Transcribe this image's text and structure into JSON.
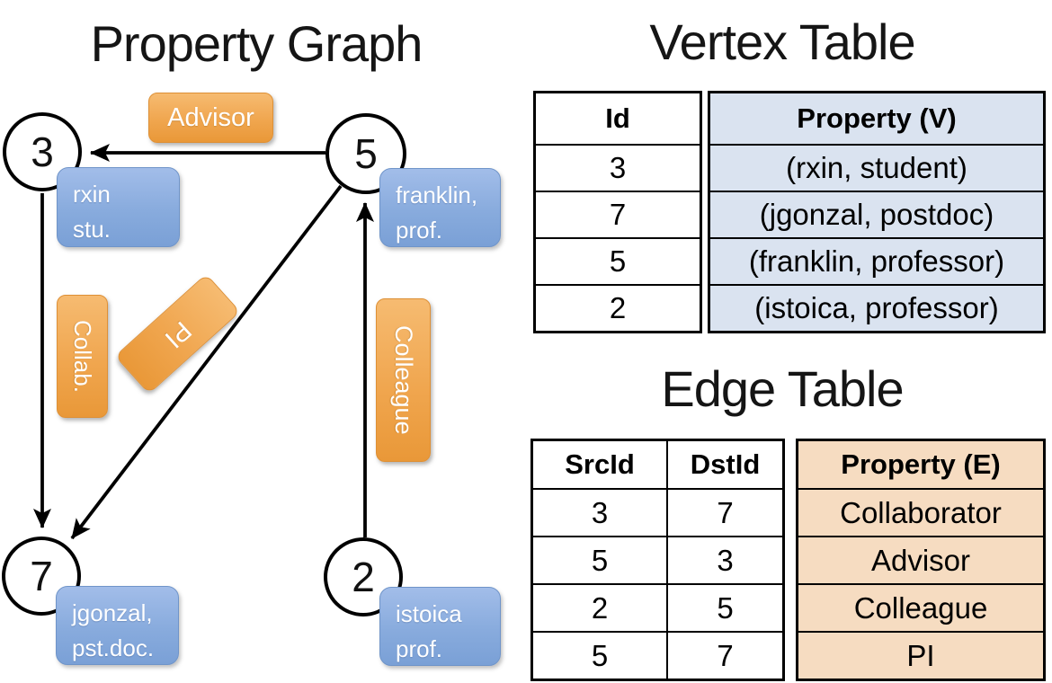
{
  "graph": {
    "title": "Property Graph",
    "nodes": [
      {
        "id": "3"
      },
      {
        "id": "5"
      },
      {
        "id": "7"
      },
      {
        "id": "2"
      }
    ],
    "edge_labels": {
      "advisor": "Advisor",
      "collab": "Collab.",
      "pi": "PI",
      "colleague": "Colleague"
    },
    "property_boxes": {
      "rxin": {
        "line1": "rxin",
        "line2": "stu."
      },
      "franklin": {
        "line1": "franklin,",
        "line2": "prof."
      },
      "jgonzal": {
        "line1": "jgonzal,",
        "line2": "pst.doc."
      },
      "istoica": {
        "line1": "istoica",
        "line2": "prof."
      }
    }
  },
  "vertex_table": {
    "title": "Vertex Table",
    "id_header": "Id",
    "property_header": "Property (V)",
    "rows": [
      {
        "id": "3",
        "property": "(rxin, student)"
      },
      {
        "id": "7",
        "property": "(jgonzal, postdoc)"
      },
      {
        "id": "5",
        "property": "(franklin, professor)"
      },
      {
        "id": "2",
        "property": "(istoica, professor)"
      }
    ]
  },
  "edge_table": {
    "title": "Edge Table",
    "src_header": "SrcId",
    "dst_header": "DstId",
    "property_header": "Property (E)",
    "rows": [
      {
        "src": "3",
        "dst": "7",
        "property": "Collaborator"
      },
      {
        "src": "5",
        "dst": "3",
        "property": "Advisor"
      },
      {
        "src": "2",
        "dst": "5",
        "property": "Colleague"
      },
      {
        "src": "5",
        "dst": "7",
        "property": "PI"
      }
    ]
  },
  "colors": {
    "edge_label_orange": "#f0a64f",
    "vertex_box_blue": "#86a9db",
    "vertex_table_fill": "#dae3f0",
    "edge_table_fill": "#f6dcc1",
    "line_black": "#000000"
  }
}
